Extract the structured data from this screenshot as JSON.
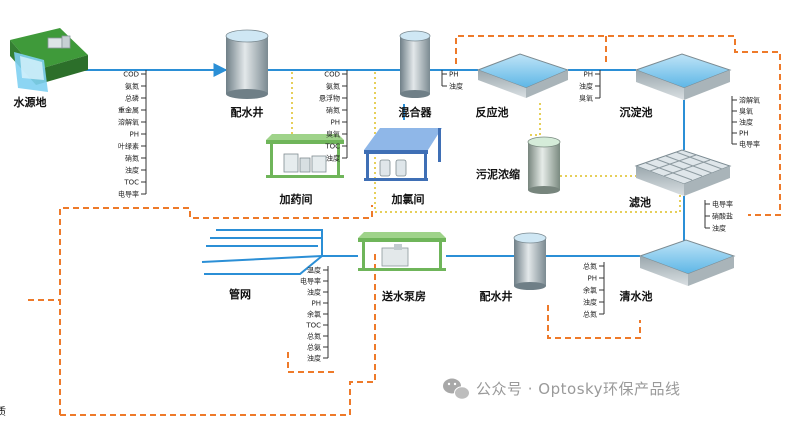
{
  "nodes": {
    "water_source": "水源地",
    "distribution_well_1": "配水井",
    "mixer": "混合器",
    "reaction_tank": "反应池",
    "sedimentation_tank": "沉淀池",
    "sludge_thickening": "污泥浓缩",
    "filter_tank": "滤池",
    "clear_water_tank": "清水池",
    "distribution_well_2": "配水井",
    "pump_house": "送水泵房",
    "pipe_network": "管网",
    "dosing_room": "加药间",
    "chlorination_room": "加氯间"
  },
  "param_lists": {
    "source": [
      "COD",
      "氨氮",
      "总磷",
      "重金属",
      "溶解氧",
      "PH",
      "叶绿素",
      "硝氮",
      "浊度",
      "TOC",
      "电导率"
    ],
    "well_out": [
      "COD",
      "氨氮",
      "悬浮物",
      "硝氮",
      "PH",
      "臭氧",
      "TOC",
      "浊度"
    ],
    "mixer_out": [
      "PH",
      "浊度"
    ],
    "reaction_out": [
      "PH",
      "浊度",
      "臭氧"
    ],
    "sedimentation_out": [
      "溶解氧",
      "臭氧",
      "浊度",
      "PH",
      "电导率"
    ],
    "filter_out": [
      "电导率",
      "硝酸盐",
      "浊度"
    ],
    "clear_out": [
      "总氮",
      "PH",
      "余氯",
      "浊度",
      "总氮"
    ],
    "pump_out": [
      "温度",
      "电导率",
      "浊度",
      "PH",
      "余氯",
      "TOC",
      "总氮",
      "总氨",
      "浊度"
    ]
  },
  "edge_text": {
    "left_cut": "质"
  },
  "watermark": "公众号 · Optosky环保产品线",
  "colors": {
    "flow": "#2b8fd6",
    "feedback": "#ee7a2a",
    "dosing": "#e6cf5a",
    "param_line": "#333333"
  }
}
